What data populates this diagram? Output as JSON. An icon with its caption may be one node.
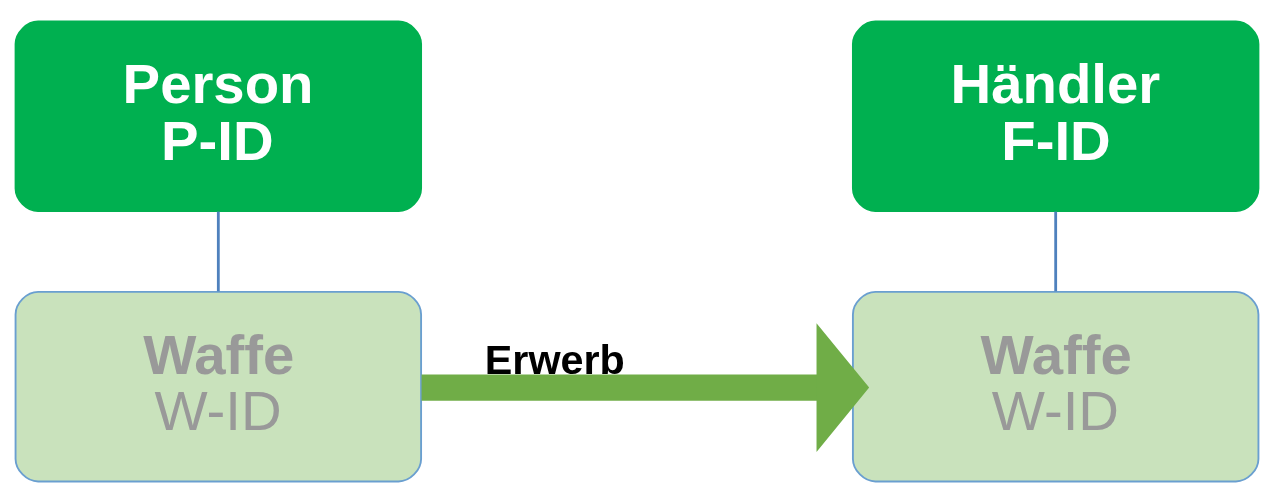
{
  "diagram": {
    "nodes": [
      {
        "text": [
          "Person",
          "P-ID"
        ]
      },
      {
        "text": [
          "Waffe",
          "W-ID"
        ]
      },
      {
        "text": [
          "Händler",
          "F-ID"
        ]
      },
      {
        "text": [
          "Waffe",
          "W-ID"
        ]
      }
    ],
    "edges": [
      {
        "from": 0,
        "to": 1,
        "arrow": "none"
      },
      {
        "from": 2,
        "to": 3,
        "arrow": "none"
      },
      {
        "from": 1,
        "to": 3,
        "arrow": "to",
        "label": "Erwerb",
        "style": "thick",
        "color": "#70ad47"
      }
    ]
  }
}
